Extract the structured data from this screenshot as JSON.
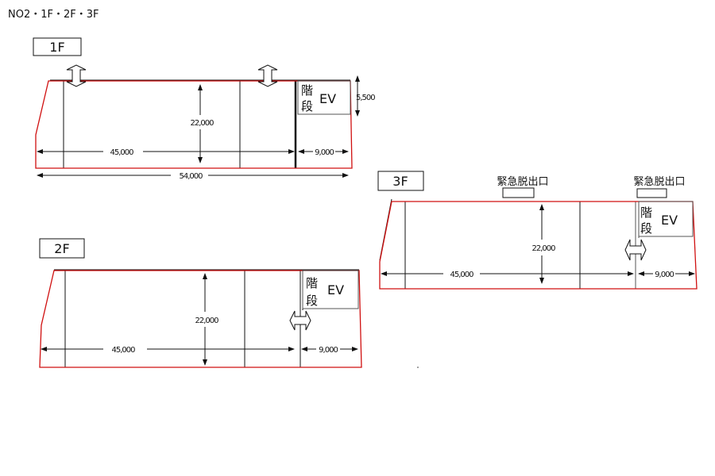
{
  "title": "NO2・1F・2F・3F",
  "colors": {
    "outline": "#d01010",
    "line": "#111111"
  },
  "floors": {
    "f1": {
      "label": "1F",
      "stairs": [
        "階",
        "段"
      ],
      "ev": "EV",
      "dims": {
        "length_main": "45,000",
        "depth": "22,000",
        "length_core": "9,000",
        "length_total": "54,000",
        "core_depth": "5,500"
      }
    },
    "f2": {
      "label": "2F",
      "stairs": [
        "階",
        "段"
      ],
      "ev": "EV",
      "dims": {
        "length_main": "45,000",
        "depth": "22,000",
        "length_core": "9,000"
      }
    },
    "f3": {
      "label": "3F",
      "stairs": [
        "階",
        "段"
      ],
      "ev": "EV",
      "emergency_exit": "緊急脱出口",
      "dims": {
        "length_main": "45,000",
        "depth": "22,000",
        "length_core": "9,000"
      }
    }
  }
}
